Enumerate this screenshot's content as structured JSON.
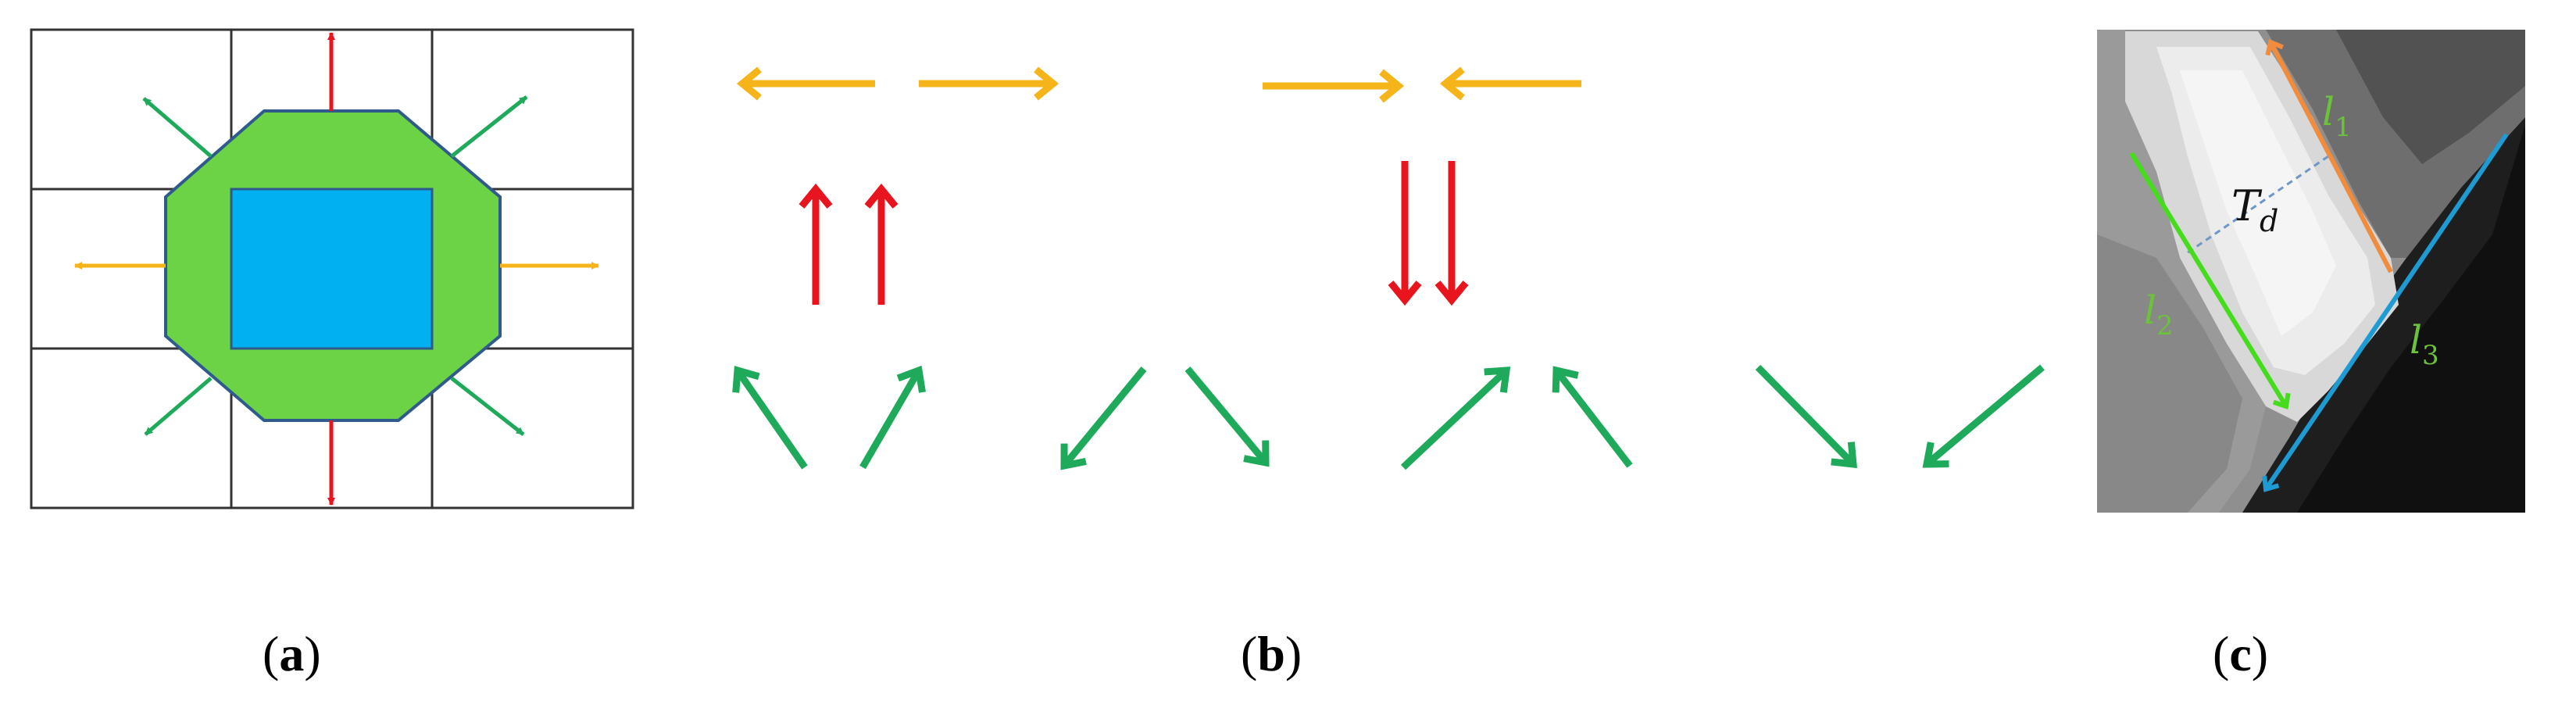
{
  "captions": {
    "a": {
      "open": "(",
      "letter": "a",
      "close": ")"
    },
    "b": {
      "open": "(",
      "letter": "b",
      "close": ")"
    },
    "c": {
      "open": "(",
      "letter": "c",
      "close": ")"
    }
  },
  "panel_c": {
    "labels": {
      "l1_base": "l",
      "l1_sub": "1",
      "l2_base": "l",
      "l2_sub": "2",
      "l3_base": "l",
      "l3_sub": "3",
      "td_base": "T",
      "td_sub": "d"
    }
  },
  "colors": {
    "orange_arrow": "#F5B41A",
    "red_arrow": "#E8141E",
    "green_arrow": "#1EAA5A",
    "green_fill": "#6CD246",
    "blue_fill": "#00B0F0",
    "grid_line": "#333333",
    "l1_color": "#F08C3C",
    "l2_color": "#46DC1E",
    "l3_color": "#1E9BD2",
    "td_line": "#6E96C8"
  }
}
